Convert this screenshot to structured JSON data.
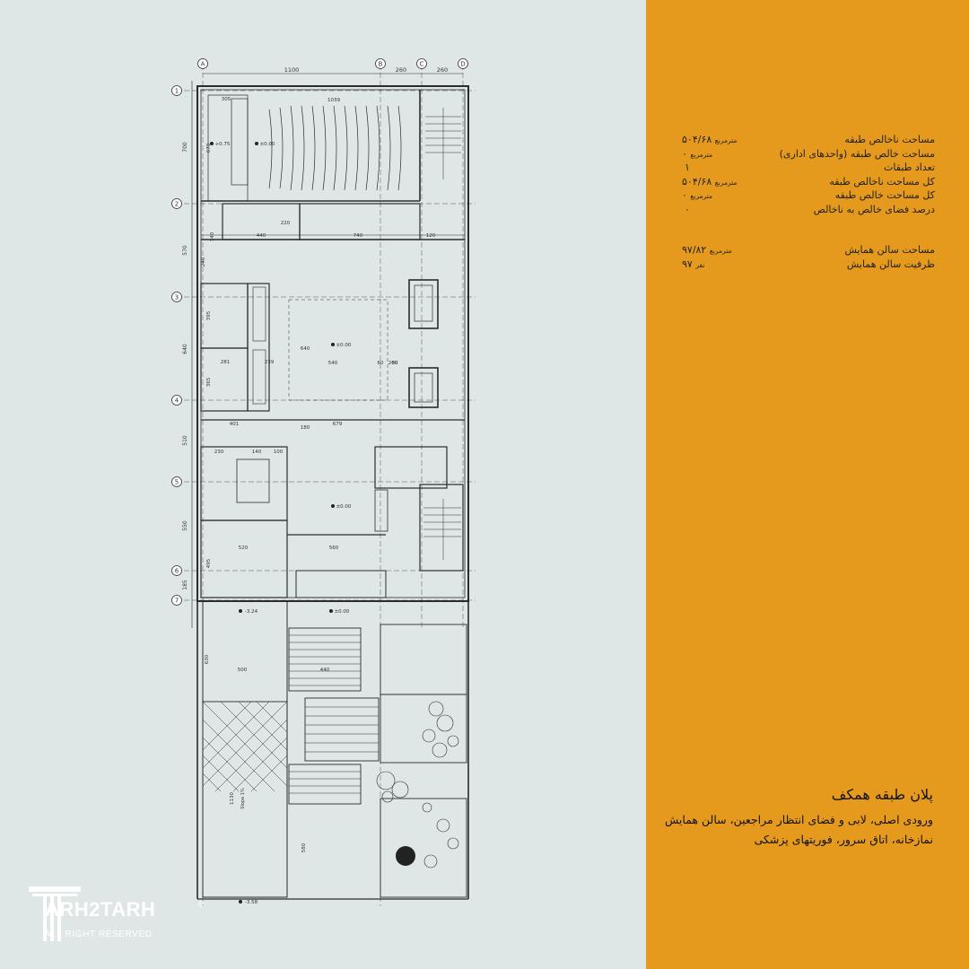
{
  "plan": {
    "grid_cols": [
      "A",
      "B",
      "C",
      "D"
    ],
    "grid_rows": [
      "1",
      "2",
      "3",
      "4",
      "5",
      "6",
      "7"
    ],
    "top_dims": [
      "1100",
      "260",
      "260"
    ],
    "left_dims": [
      "700",
      "570",
      "640",
      "510",
      "550",
      "185"
    ],
    "room_dims": [
      "305",
      "1039",
      "670",
      "440",
      "740",
      "120",
      "140",
      "220",
      "281",
      "239",
      "395",
      "365",
      "401",
      "679",
      "540",
      "200",
      "60",
      "80",
      "230",
      "140",
      "100",
      "520",
      "560",
      "495",
      "240",
      "180",
      "640",
      "500",
      "440",
      "630",
      "1130",
      "580"
    ],
    "levels": [
      "+0.75",
      "±0.00",
      "±0.00",
      "±0.00",
      "-3.24",
      "±0.00",
      "-3.58"
    ],
    "ramp_label": "Slope 1%"
  },
  "stats": [
    {
      "label": "مساحت ناخالص طبقه",
      "unit": "مترمربع",
      "value": "۵۰۴/۶۸"
    },
    {
      "label": "مساحت خالص طبقه (واحدهای اداری)",
      "unit": "مترمربع",
      "value": "۰"
    },
    {
      "label": "تعداد طبقات",
      "unit": "",
      "value": "۱"
    },
    {
      "label": "کل مساحت ناخالص طبقه",
      "unit": "مترمربع",
      "value": "۵۰۴/۶۸"
    },
    {
      "label": "کل مساحت خالص طبقه",
      "unit": "مترمربع",
      "value": "۰"
    },
    {
      "label": "درصد فضای خالص به ناخالص",
      "unit": "",
      "value": "۰"
    }
  ],
  "stats2": [
    {
      "label": "مساحت سالن همایش",
      "unit": "مترمربع",
      "value": "۹۷/۸۲"
    },
    {
      "label": "ظرفیت سالن همایش",
      "unit": "نفر",
      "value": "۹۷"
    }
  ],
  "title": "پلان طبقه همکف",
  "desc_line1": "ورودی اصلی، لابی و فضای انتظار مراجعین، سالن همایش",
  "desc_line2": "نمازخانه، اتاق سرور، فوریتهای پزشکی",
  "logo_text": "ARH2TARH",
  "logo_sub": "ALL RIGHT RESERVED",
  "logo_c": "©"
}
